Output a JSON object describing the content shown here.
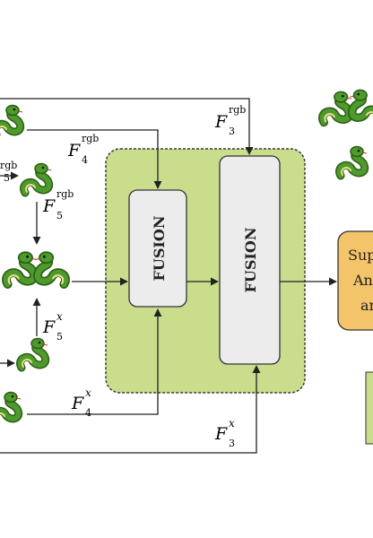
{
  "fusion_label": "FUSION",
  "labels": {
    "f3_rgb_base": "F",
    "f3_rgb_sub": "3",
    "f3_rgb_sup": "rgb",
    "f4_rgb_base": "F",
    "f4_rgb_sub": "4",
    "f4_rgb_sup": "rgb",
    "f5_rgb_base": "F",
    "f5_rgb_sub": "5",
    "f5_rgb_sup": "rgb",
    "f5_x_base": "F",
    "f5_x_sub": "5",
    "f5_x_sup": "x",
    "f4_x_base": "F",
    "f4_x_sub": "4",
    "f4_x_sup": "x",
    "f3_x_base": "F",
    "f3_x_sub": "3",
    "f3_x_sup": "x",
    "partial_left": "rgb",
    "partial_left_sub": "5"
  },
  "output_box": {
    "line1": "Sup",
    "line2": "An",
    "line3": "ar"
  },
  "colors": {
    "green_region": "#c9dd8c",
    "green_border": "#3a3a3a",
    "fusion_box": "#ececec",
    "output_box": "#f4c46a",
    "snake_green": "#4f9a2c",
    "snake_dark": "#2c5e14",
    "snake_belly": "#e9e08a"
  },
  "icons": [
    "snake-icon",
    "snake-pair-icon"
  ]
}
